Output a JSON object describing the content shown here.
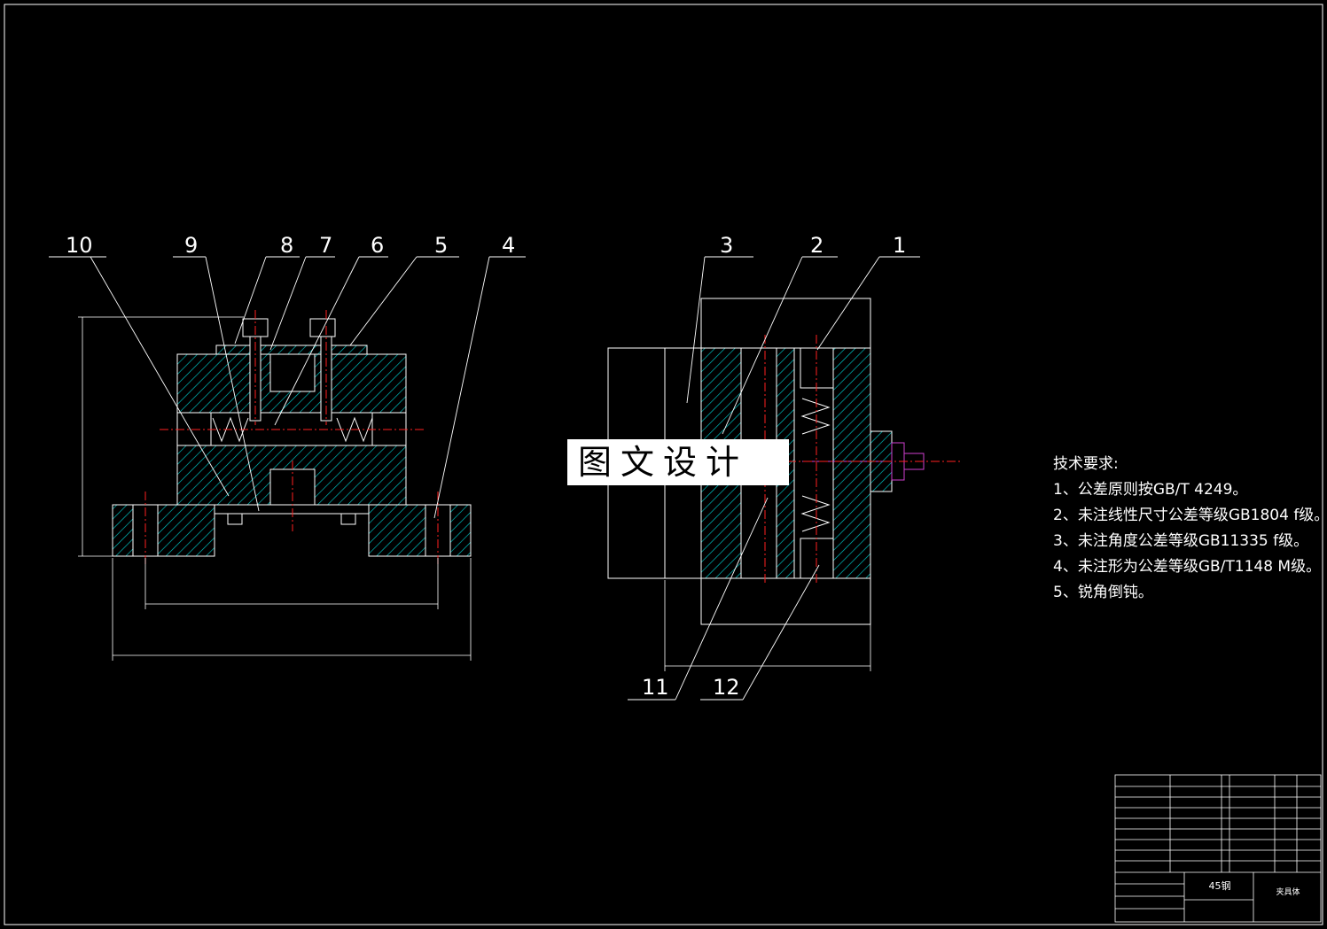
{
  "part_labels": [
    "10",
    "9",
    "8",
    "7",
    "6",
    "5",
    "4",
    "3",
    "2",
    "1",
    "11",
    "12"
  ],
  "tech_requirements": {
    "title": "技术要求:",
    "items": [
      "1、公差原则按GB/T 4249。",
      "2、未注线性尺寸公差等级GB1804 f级。",
      "3、未注角度公差等级GB11335 f级。",
      "4、未注形为公差等级GB/T1148 M级。",
      "5、锐角倒钝。"
    ]
  },
  "watermark": "图文设计",
  "title_block": {
    "material": "45钢",
    "drawing_name": "夹具体"
  },
  "colors": {
    "background": "#000000",
    "outline": "#ffffff",
    "hatch": "#00c8c8",
    "centerline": "#ff2020",
    "accent": "#d040d0"
  }
}
